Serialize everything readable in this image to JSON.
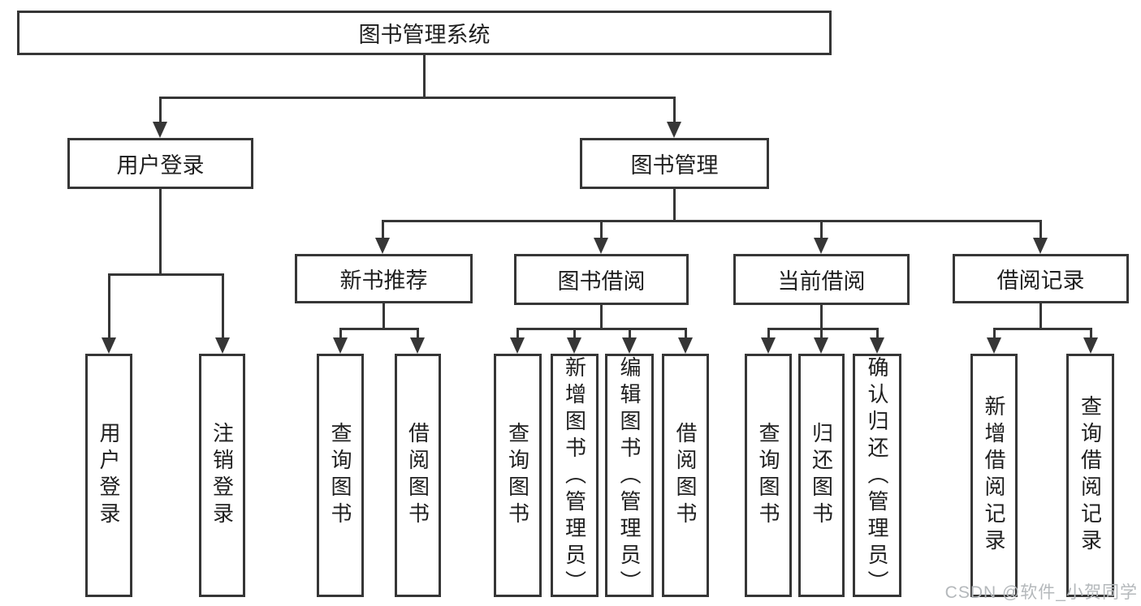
{
  "nodes": {
    "root": "图书管理系统",
    "l2": [
      "用户登录",
      "图书管理"
    ],
    "l3": [
      "新书推荐",
      "图书借阅",
      "当前借阅",
      "借阅记录"
    ],
    "l4_user": [
      "用户登录",
      "注销登录"
    ],
    "l4_newbook": [
      "查询图书",
      "借阅图书"
    ],
    "l4_borrow": [
      "查询图书",
      "新增图书（管理员）",
      "编辑图书（管理员）",
      "借阅图书"
    ],
    "l4_current": [
      "查询图书",
      "归还图书",
      "确认归还（管理员）"
    ],
    "l4_records": [
      "新增借阅记录",
      "查询借阅记录"
    ]
  },
  "colors": {
    "line": "#363636",
    "text": "#1f1f1f",
    "background": "#ffffff",
    "watermark": "#b4b8bb"
  },
  "watermark": {
    "text": "CSDN @软件_小贺同学"
  }
}
